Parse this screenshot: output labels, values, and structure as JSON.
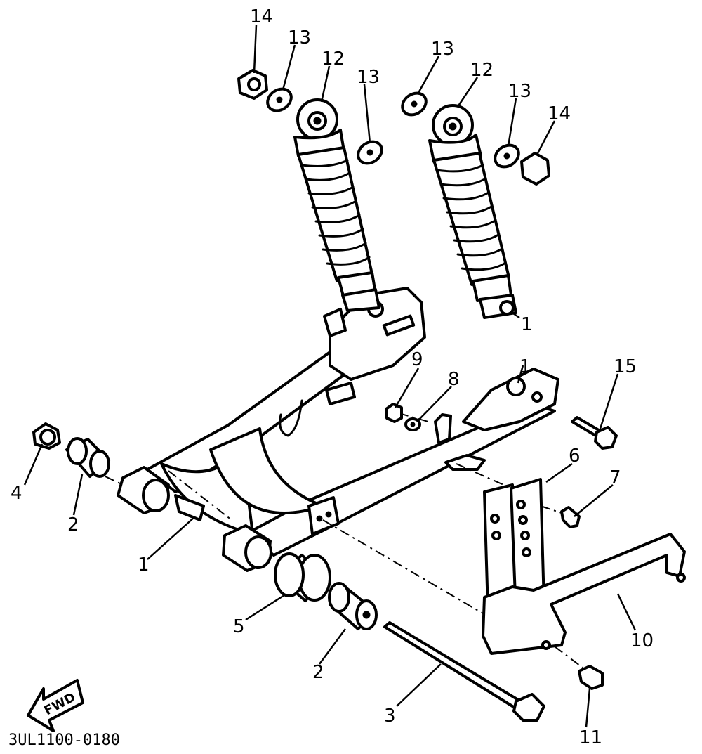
{
  "diagram": {
    "code": "3UL1100-0180",
    "fwd_label": "FWD",
    "callouts": {
      "swingarm_main": "1",
      "swingarm_shock_bolt": "1",
      "swingarm_bracket_bolt": "1",
      "bushing_rear": "2",
      "bushing_front": "2",
      "pivot_shaft": "3",
      "pivot_nut": "4",
      "thrust_cover": "5",
      "bracket": "6",
      "bracket_bolt": "7",
      "washer": "8",
      "nut": "9",
      "chain_guard": "10",
      "guard_screw": "11",
      "shock_left": "12",
      "shock_right": "12",
      "washer_13a": "13",
      "washer_13b": "13",
      "washer_13c": "13",
      "washer_13d": "13",
      "cap_nut_left": "14",
      "cap_nut_right": "14",
      "shock_bolt": "15"
    }
  }
}
